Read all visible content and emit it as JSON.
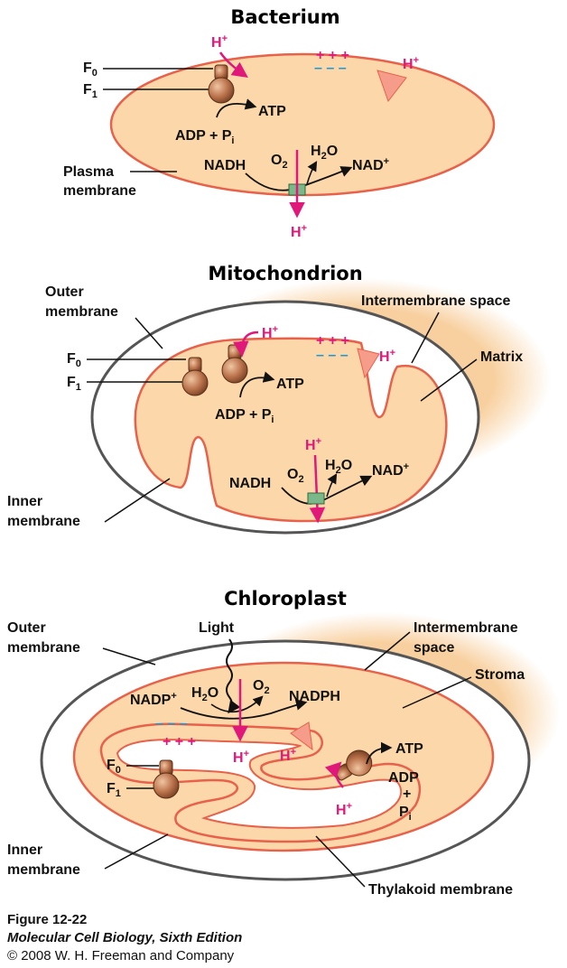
{
  "colors": {
    "membrane": "#e8614b",
    "matrix_fill": "#fbd7a9",
    "glow": "#f7c88f",
    "proton": "#e0187a",
    "charge_neg": "#1c9ad6",
    "outer_membrane": "#555555",
    "complex": "#7ab88a",
    "atp_synthase": "#b9714a",
    "light_gradient": "#f59c8a"
  },
  "bacterium": {
    "title": "Bacterium",
    "f0": "F",
    "f0_sub": "0",
    "f1": "F",
    "f1_sub": "1",
    "h_plus": "H",
    "plus": "+",
    "atp": "ATP",
    "adp": "ADP + P",
    "adp_sub": "i",
    "nadh": "NADH",
    "o2": "O",
    "o2_sub": "2",
    "h2o": "H",
    "h2o_sub": "2",
    "h2o_end": "O",
    "nad": "NAD",
    "nad_sup": "+",
    "plasma": "Plasma",
    "membrane": "membrane",
    "pos_charges": "+ + +",
    "neg_charges": "– – –"
  },
  "mitochondrion": {
    "title": "Mitochondrion",
    "outer": "Outer",
    "outer_membrane": "membrane",
    "intermembrane": "Intermembrane space",
    "matrix": "Matrix",
    "f0": "F",
    "f0_sub": "0",
    "f1": "F",
    "f1_sub": "1",
    "h_plus": "H",
    "plus": "+",
    "atp": "ATP",
    "adp": "ADP + P",
    "adp_sub": "i",
    "nadh": "NADH",
    "o2": "O",
    "o2_sub": "2",
    "h2o": "H",
    "h2o_sub": "2",
    "h2o_end": "O",
    "nad": "NAD",
    "nad_sup": "+",
    "inner": "Inner",
    "inner_membrane": "membrane",
    "pos_charges": "+ + +",
    "neg_charges": "– – –"
  },
  "chloroplast": {
    "title": "Chloroplast",
    "outer": "Outer",
    "outer_membrane": "membrane",
    "light": "Light",
    "intermembrane": "Intermembrane",
    "space": "space",
    "stroma": "Stroma",
    "nadp": "NADP",
    "nadp_sup": "+",
    "h2o": "H",
    "h2o_sub": "2",
    "h2o_end": "O",
    "o2": "O",
    "o2_sub": "2",
    "nadph": "NADPH",
    "h_plus": "H",
    "plus": "+",
    "atp": "ATP",
    "adp": "ADP",
    "plus_sign": "+",
    "pi": "P",
    "pi_sub": "i",
    "f0": "F",
    "f0_sub": "0",
    "f1": "F",
    "f1_sub": "1",
    "inner": "Inner",
    "inner_membrane": "membrane",
    "thylakoid": "Thylakoid membrane",
    "pos_charges": "+ + +",
    "neg_charges": "– – –"
  },
  "caption": {
    "figure": "Figure 12-22",
    "book": "Molecular Cell Biology, Sixth Edition",
    "copyright": "© 2008 W. H. Freeman and Company"
  }
}
